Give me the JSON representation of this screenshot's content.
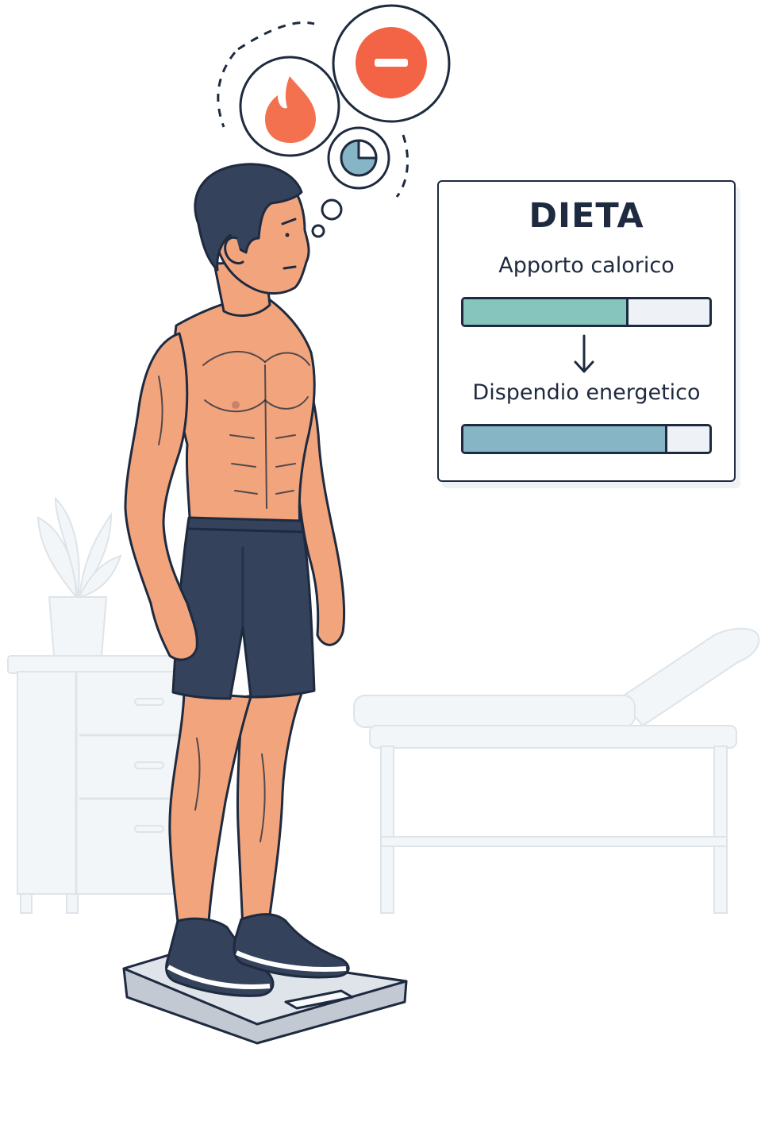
{
  "card": {
    "title": "DIETA",
    "metrics": [
      {
        "label": "Apporto calorico",
        "level": 0.66,
        "color": "#86c4be"
      },
      {
        "label": "Dispendio energetico",
        "level": 0.82,
        "color": "#86b6c6"
      }
    ]
  },
  "thought_icons": [
    "flame-icon",
    "minus-icon",
    "pie-chart-icon"
  ],
  "colors": {
    "ink": "#1e2a3f",
    "skin": "#f2a57c",
    "shorts": "#34425c",
    "flame": "#f4714f",
    "minus": "#f26445",
    "pie": "#86b6c6",
    "furniture": "#eef2f5"
  }
}
